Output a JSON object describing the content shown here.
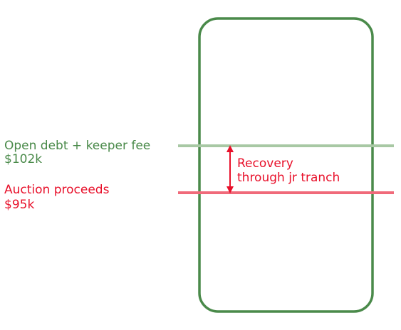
{
  "debt": {
    "label": "Open debt + keeper fee",
    "value": "$102k"
  },
  "auction": {
    "label": "Auction proceeds",
    "value": "$95k"
  },
  "recovery": {
    "line1": "Recovery",
    "line2": "through jr tranch"
  },
  "colors": {
    "vault_outline": "#4a8a4a",
    "debt_line": "#a8c8a4",
    "auction_line": "#f06a7a",
    "text_green": "#4a8a4a",
    "text_red": "#e8102a",
    "arrow": "#e8102a"
  }
}
